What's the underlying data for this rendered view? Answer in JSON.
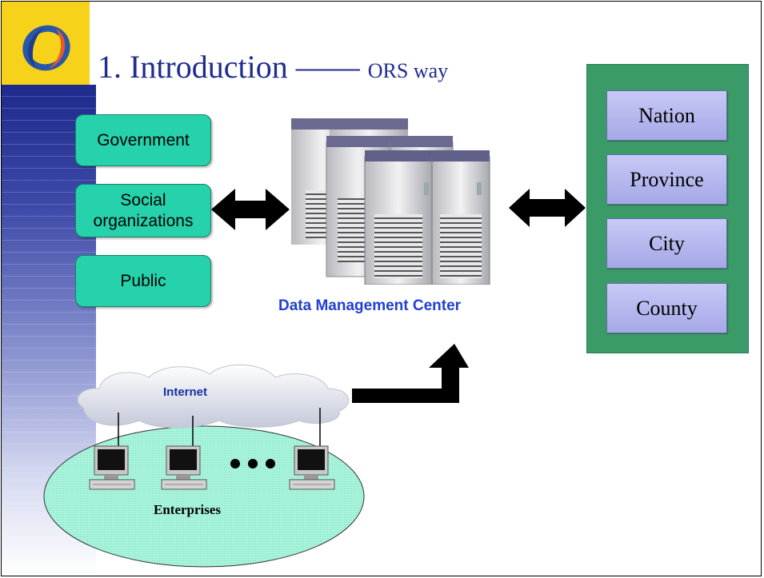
{
  "title": {
    "main": "1. Introduction",
    "separator": " —— ",
    "sub": "ORS way"
  },
  "left_entities": [
    "Government",
    "Social organizations",
    "Public"
  ],
  "levels": [
    "Nation",
    "Province",
    "City",
    "County"
  ],
  "center_label": "Data Management Center",
  "network_label": "Internet",
  "enterprise_label": "Enterprises",
  "colors": {
    "title": "#1f2b8f",
    "entity_fill": "#26d2ac",
    "panel": "#3a9b68",
    "level_fill": "#b8baee",
    "accent_label": "#2040d0",
    "ellipse": "#9ff0d8"
  }
}
